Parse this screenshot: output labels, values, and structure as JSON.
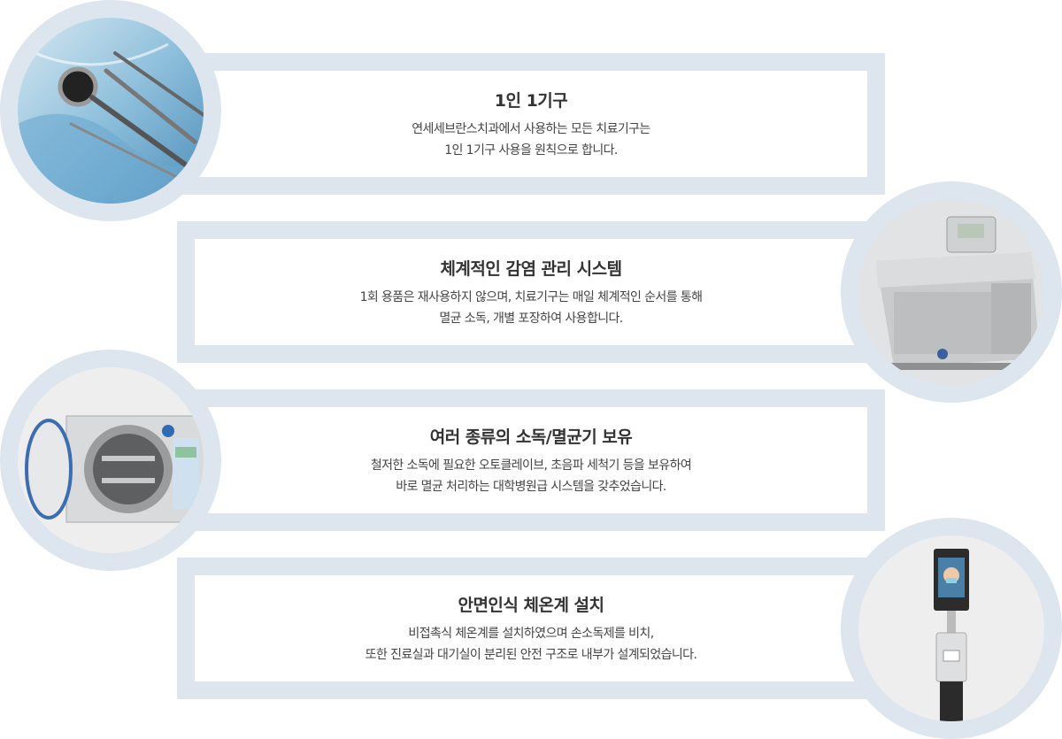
{
  "sections": [
    {
      "title": "1인 1기구",
      "lines": [
        "연세세브란스치과에서 사용하는 모든 치료기구는",
        "1인 1기구 사용을 원칙으로 합니다."
      ],
      "image": "dental-instruments-image"
    },
    {
      "title": "체계적인 감염 관리 시스템",
      "lines": [
        "1회 용품은 재사용하지 않으며, 치료기구는 매일 체계적인 순서를 통해",
        "멸균 소독, 개별 포장하여 사용합니다."
      ],
      "image": "ultrasonic-cleaner-image"
    },
    {
      "title": "여러 종류의 소독/멸균기 보유",
      "lines": [
        "철저한 소독에 필요한 오토클레이브, 초음파 세척기 등을 보유하여",
        "바로 멸균 처리하는 대학병원급 시스템을 갖추었습니다."
      ],
      "image": "autoclave-image"
    },
    {
      "title": "안면인식 체온계 설치",
      "lines": [
        "비접촉식 체온계를 설치하였으며  손소독제를 비치,",
        "또한 진료실과 대기실이 분리된 안전 구조로 내부가 설계되었습니다."
      ],
      "image": "face-thermometer-image"
    }
  ]
}
